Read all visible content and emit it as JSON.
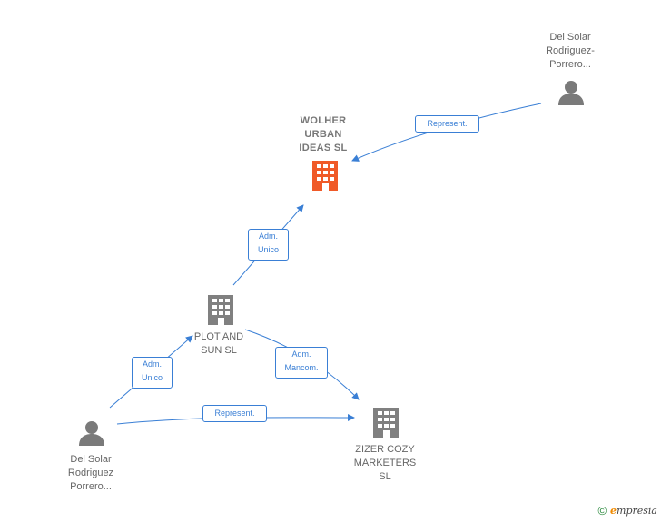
{
  "nodes": {
    "wolher": {
      "label": "WOLHER\nURBAN\nIDEAS  SL",
      "type": "company",
      "highlight": true
    },
    "plot": {
      "label": "PLOT AND\nSUN  SL",
      "type": "company"
    },
    "zizer": {
      "label": "ZIZER COZY\nMARKETERS\nSL",
      "type": "company"
    },
    "person_top": {
      "label": "Del Solar\nRodriguez-\nPorrero...",
      "type": "person"
    },
    "person_bottom": {
      "label": "Del Solar\nRodriguez\nPorrero...",
      "type": "person"
    }
  },
  "edges": {
    "top_represent": "Represent.",
    "plot_to_wolher": "Adm.\nUnico",
    "person_to_plot": "Adm.\nUnico",
    "plot_to_zizer": "Adm.\nMancom.",
    "person_to_zizer": "Represent."
  },
  "colors": {
    "edge": "#3a7fd5",
    "company": "#808080",
    "company_highlight": "#f05a28",
    "person": "#7a7a7a"
  },
  "footer": {
    "copyright": "©",
    "brand_initial": "e",
    "brand_rest": "mpresia"
  }
}
